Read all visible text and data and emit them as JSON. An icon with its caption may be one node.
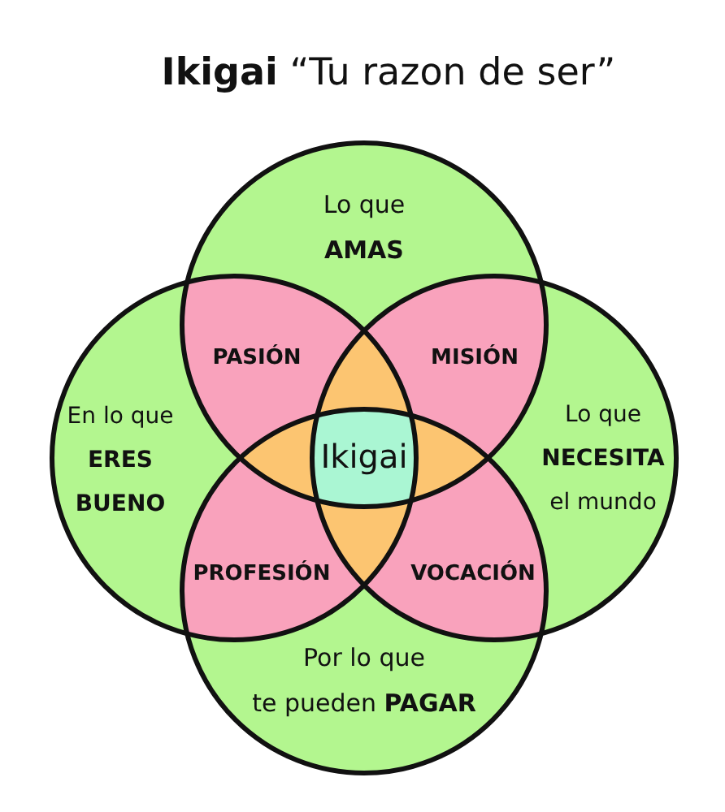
{
  "diagram": {
    "title": "**Ikigai** “Tu razon de ser”",
    "nodes": [
      {
        "text": [
          "Lo que **AMAS**"
        ]
      },
      {
        "text": [
          "En lo que **ERES** **BUENO**"
        ]
      },
      {
        "text": [
          "Lo que **NECESITA** el mundo"
        ]
      },
      {
        "text": [
          "Por lo que te pueden **PAGAR**"
        ]
      },
      {
        "text": [
          "PASIÓN"
        ]
      },
      {
        "text": [
          "MISIÓN"
        ]
      },
      {
        "text": [],
        "shape": "triangle"
      },
      {
        "text": [],
        "shape": "triangle"
      },
      {
        "text": [
          "Ikigai"
        ]
      },
      {
        "text": [],
        "shape": "triangle"
      },
      {
        "text": [],
        "shape": "triangle"
      },
      {
        "text": [
          "PROFESIÓN"
        ]
      },
      {
        "text": [
          "VOCACIÓN"
        ]
      }
    ]
  }
}
